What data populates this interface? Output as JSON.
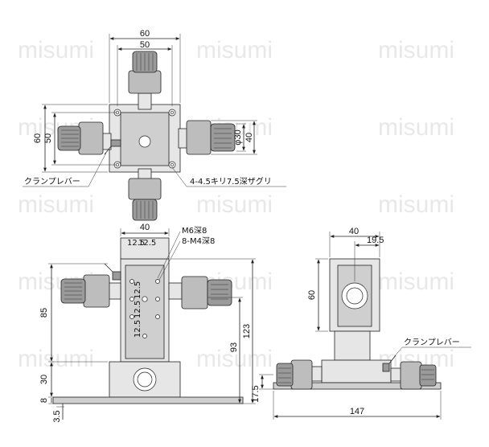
{
  "watermark": "misumi",
  "top_view": {
    "dims": {
      "width_outer": "60",
      "width_inner": "50",
      "height_outer": "60",
      "height_inner": "50",
      "diameter": "φ30",
      "body": "40"
    },
    "labels": {
      "clamp_lever": "クランプレバー",
      "holes": "4-4.5キリ7.5深ザグリ"
    }
  },
  "front_view": {
    "dims": {
      "width": "40",
      "pitch_a": "12.5",
      "pitch_b": "12.5",
      "height_85": "85",
      "height_123": "123",
      "height_93": "93",
      "height_30": "30",
      "height_8": "8",
      "height_3_5": "3.5"
    },
    "labels": {
      "tap_a": "M6深8",
      "tap_b": "8-M4深8",
      "vertical_pitches": [
        "12.5",
        "12.5",
        "12.5"
      ]
    }
  },
  "side_view": {
    "dims": {
      "width": "40",
      "offset": "19.5",
      "height_60": "60",
      "height_17_5": "17.5",
      "total_length": "147"
    },
    "labels": {
      "clamp_lever": "クランプレバー"
    }
  }
}
